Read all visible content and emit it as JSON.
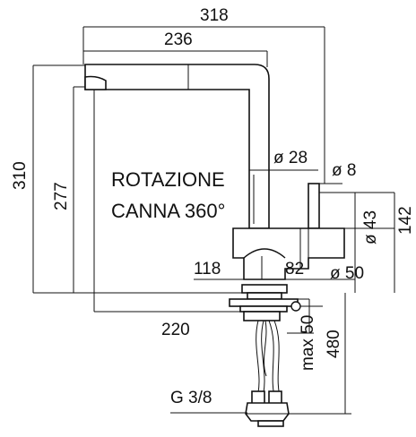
{
  "drawing": {
    "dimensions": {
      "d318": "318",
      "d236": "236",
      "d310": "310",
      "d277": "277",
      "d28": "ø 28",
      "d8": "ø 8",
      "d43": "ø 43",
      "d142": "142",
      "d118": "118",
      "d82": "82",
      "d50": "ø 50",
      "d220": "220",
      "dmax50": "max 50",
      "d480": "480",
      "g38": "G 3/8"
    },
    "note": {
      "line1": "ROTAZIONE",
      "line2": "CANNA 360°"
    }
  }
}
